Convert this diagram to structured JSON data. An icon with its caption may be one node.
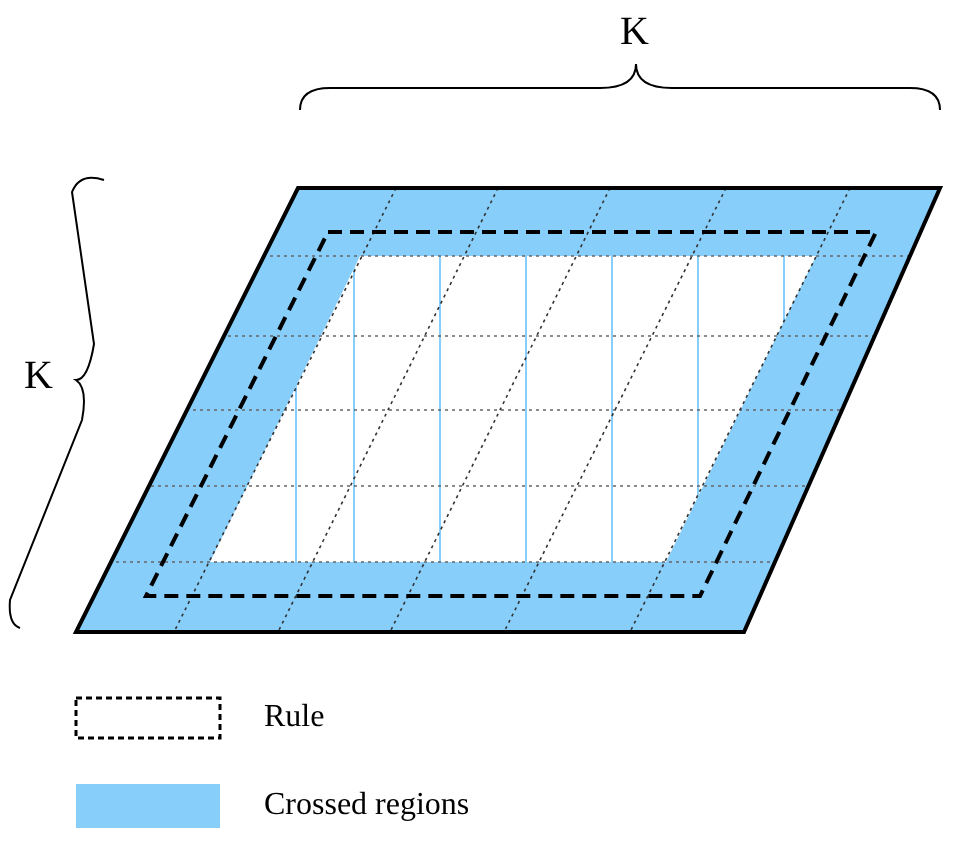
{
  "diagram": {
    "labels": [
      "K",
      "K"
    ],
    "legend": [
      {
        "text": "Rule"
      },
      {
        "text": "Crossed regions",
        "color": "#87cefa"
      }
    ]
  }
}
